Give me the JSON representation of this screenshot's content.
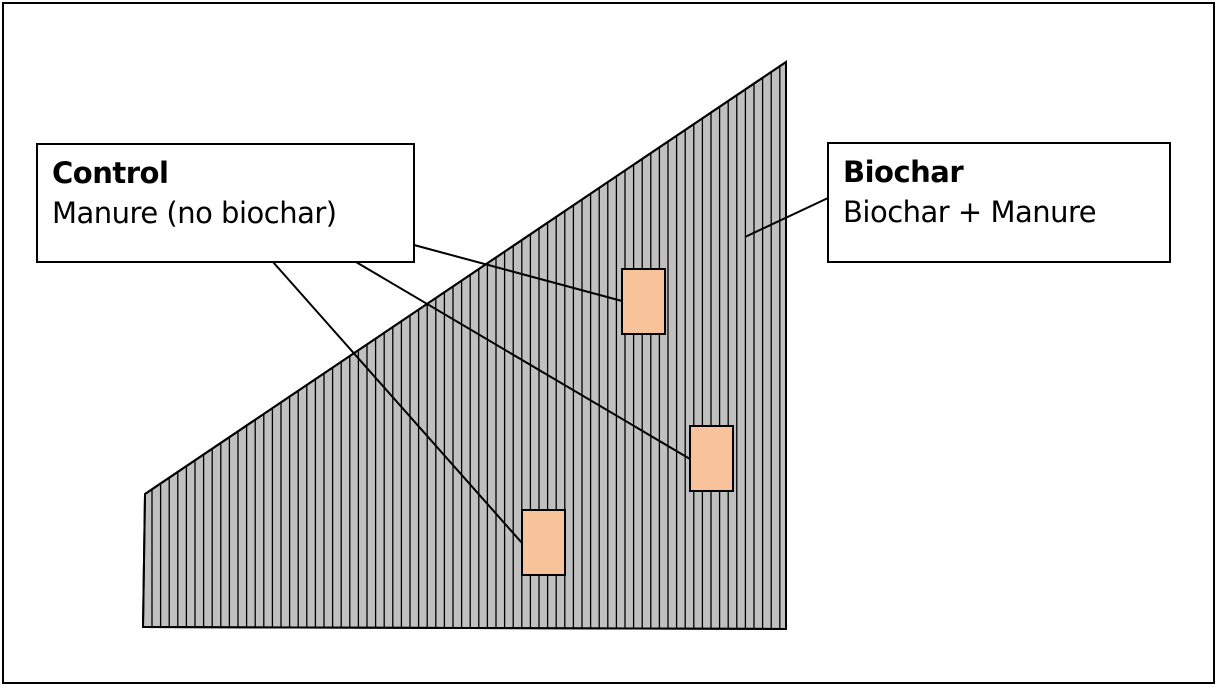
{
  "colors": {
    "field_fill": "#c0c0c0",
    "stripe": "#000000",
    "plot_fill": "#f8c39a",
    "stroke": "#000000"
  },
  "labels": {
    "control": {
      "title": "Control",
      "description": "Manure (no biochar)"
    },
    "biochar": {
      "title": "Biochar",
      "description": "Biochar + Manure"
    }
  }
}
